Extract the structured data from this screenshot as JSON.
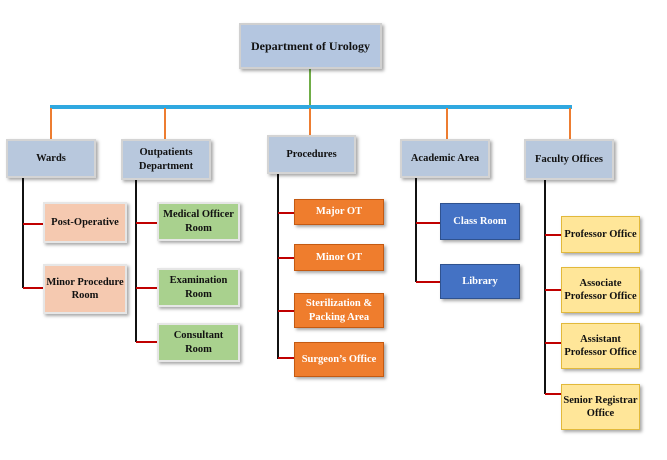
{
  "diagram": {
    "root": {
      "label": "Department of Urology"
    },
    "departments": [
      {
        "label": "Wards",
        "children": [
          "Post-Operative",
          "Minor Procedure Room"
        ]
      },
      {
        "label": "Outpatients Department",
        "children": [
          "Medical Officer Room",
          "Examination Room",
          "Consultant Room"
        ]
      },
      {
        "label": "Procedures",
        "children": [
          "Major OT",
          "Minor OT",
          "Sterilization & Packing Area",
          "Surgeon’s Office"
        ]
      },
      {
        "label": "Academic Area",
        "children": [
          "Class Room",
          "Library"
        ]
      },
      {
        "label": "Faculty Offices",
        "children": [
          "Professor Office",
          "Associate Professor Office",
          "Assistant Professor Office",
          "Senior Registrar Office"
        ]
      }
    ],
    "colors": {
      "root_fill": "#b4c6e0",
      "dept_fill": "#b8c8dd",
      "wards_child_fill": "#f5c9b0",
      "opd_child_fill": "#a9d18e",
      "procedures_child_fill": "#ef7d2d",
      "academic_child_fill": "#4472c4",
      "faculty_child_fill": "#ffe699",
      "bus_line": "#2fa8e0",
      "trunk_line": "#70ad47",
      "drop_line": "#ed7d31",
      "spine_line": "#111111",
      "branch_line": "#c00000"
    }
  }
}
